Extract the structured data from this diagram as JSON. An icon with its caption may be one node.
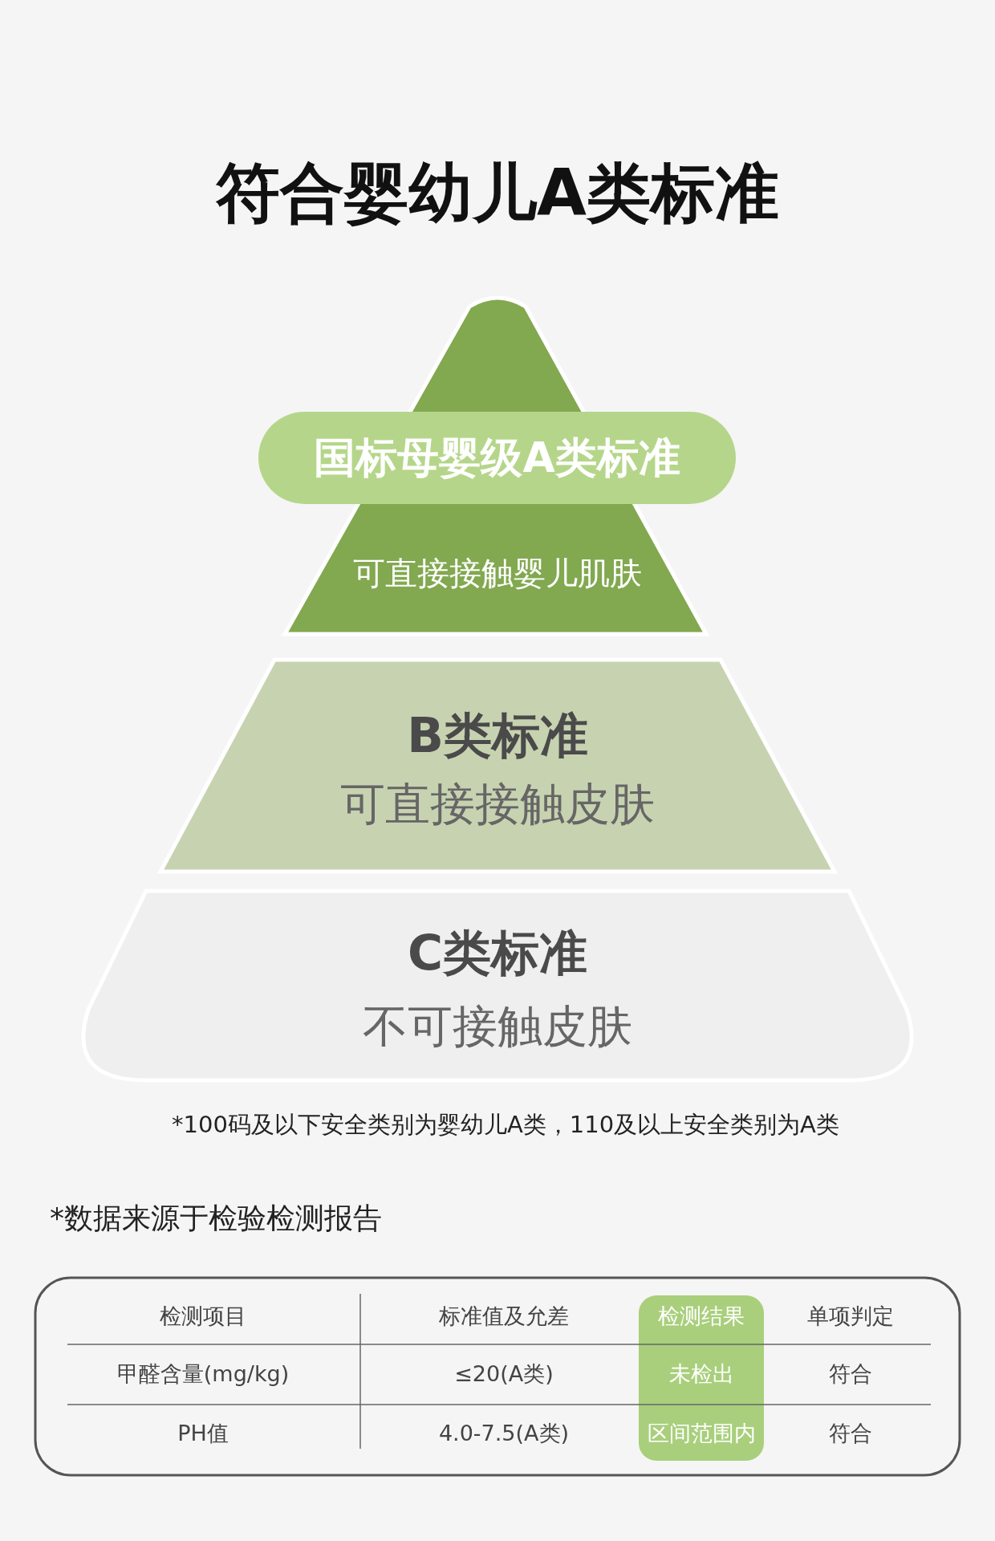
{
  "diagram": {
    "title": "符合婴幼儿A类标准",
    "nodes": [
      {
        "text": [
          "国标母婴级A类标准",
          "可直接接触婴儿肌肤"
        ]
      },
      {
        "text": [
          "B类标准",
          "可直接接触皮肤"
        ]
      },
      {
        "text": [
          "C类标准",
          "不可接触皮肤"
        ]
      }
    ],
    "labels": [
      "*100码及以下安全类别为婴幼儿A类，110及以上安全类别为A类",
      "*数据来源于检验检测报告",
      "检测项目",
      "标准值及允差",
      "检测结果",
      "单项判定",
      "甲醛含量(mg/kg)",
      "≤20(A类)",
      "未检出",
      "符合",
      "PH值",
      "4.0-7.5(A类)",
      "区间范围内",
      "符合"
    ]
  }
}
